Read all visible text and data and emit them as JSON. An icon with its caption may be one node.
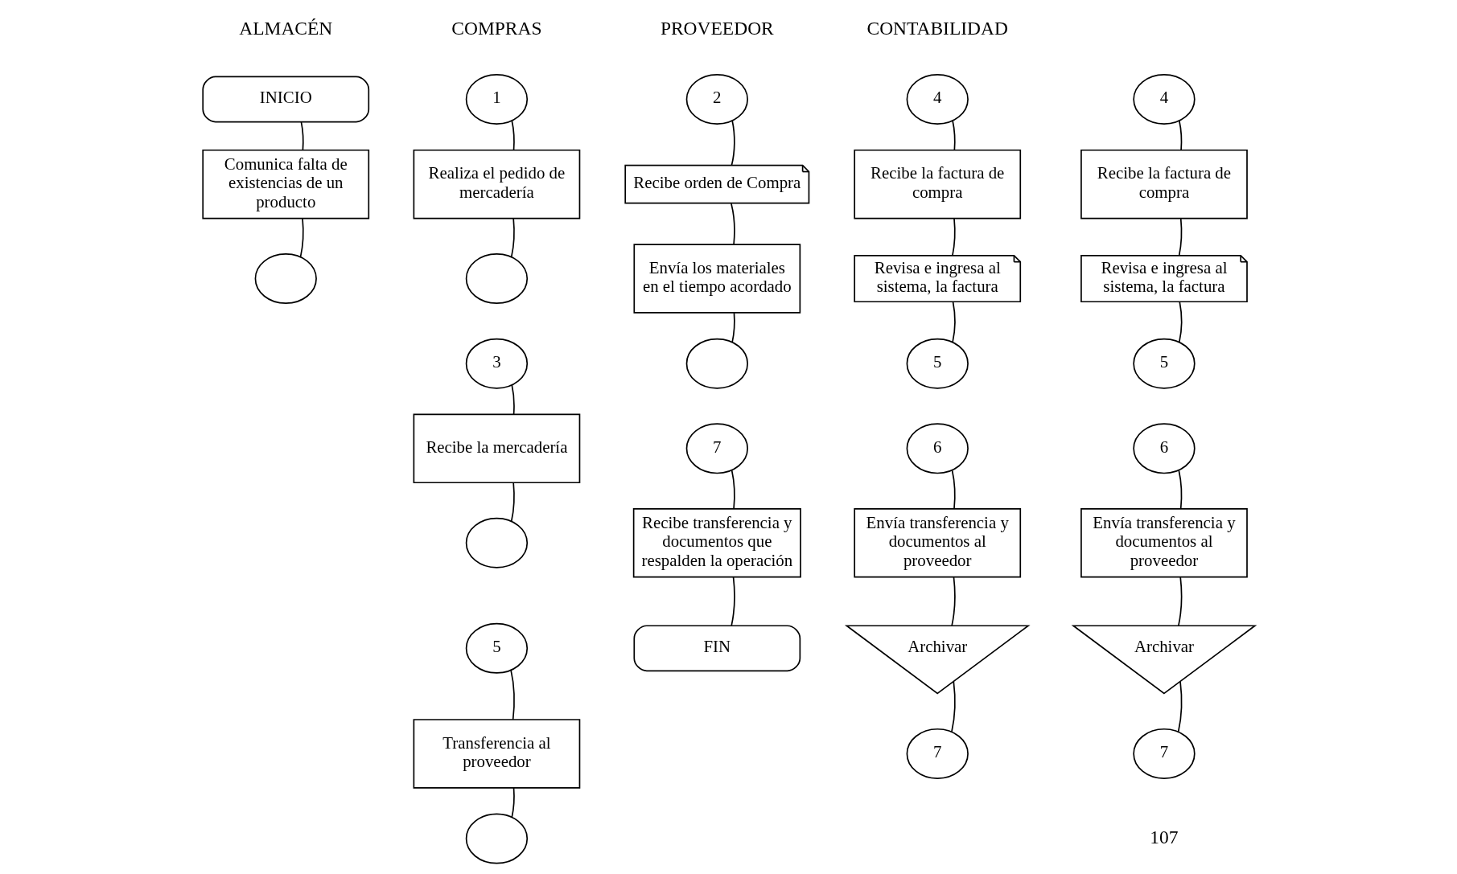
{
  "diagram": {
    "nodes": [
      {
        "text": [
          "INICIO"
        ]
      },
      {
        "text": [
          "Comunica falta de existencias de un producto"
        ]
      },
      {
        "text": [],
        "shape": "circle"
      },
      {
        "text": [
          "1"
        ]
      },
      {
        "text": [
          "Realiza el pedido de mercadería"
        ]
      },
      {
        "text": [],
        "shape": "circle"
      },
      {
        "text": [
          "3"
        ]
      },
      {
        "text": [
          "Recibe la mercadería"
        ]
      },
      {
        "text": [],
        "shape": "circle"
      },
      {
        "text": [
          "5"
        ]
      },
      {
        "text": [
          "Transferencia al proveedor"
        ]
      },
      {
        "text": [],
        "shape": "circle"
      },
      {
        "text": [
          "2"
        ]
      },
      {
        "text": [
          "Recibe orden de Compra"
        ]
      },
      {
        "text": [
          "Envía los materiales en el tiempo acordado"
        ]
      },
      {
        "text": [],
        "shape": "circle"
      },
      {
        "text": [
          "7"
        ]
      },
      {
        "text": [
          "Recibe transferencia y documentos que respalden la operación"
        ]
      },
      {
        "text": [
          "FIN"
        ]
      },
      {
        "text": [
          "4"
        ]
      },
      {
        "text": [
          "Recibe la factura de compra"
        ]
      },
      {
        "text": [
          "Revisa e ingresa al sistema, la factura"
        ]
      },
      {
        "text": [
          "5"
        ]
      },
      {
        "text": [
          "6"
        ]
      },
      {
        "text": [
          "Envía transferencia y documentos al proveedor"
        ]
      },
      {
        "text": [
          "Archivar"
        ]
      },
      {
        "text": [
          "7"
        ]
      },
      {
        "text": [
          "4"
        ]
      },
      {
        "text": [
          "Recibe la factura de compra"
        ]
      },
      {
        "text": [
          "Revisa e ingresa al sistema, la factura"
        ]
      },
      {
        "text": [
          "5"
        ]
      },
      {
        "text": [
          "6"
        ]
      },
      {
        "text": [
          "Envía transferencia y documentos al proveedor"
        ]
      },
      {
        "text": [
          "Archivar"
        ]
      },
      {
        "text": [
          "7"
        ]
      }
    ],
    "edges": [
      {
        "from": 0,
        "to": 1,
        "arrow": "none"
      },
      {
        "from": 1,
        "to": 2,
        "arrow": "none"
      },
      {
        "from": 3,
        "to": 4,
        "arrow": "none"
      },
      {
        "from": 4,
        "to": 5,
        "arrow": "none"
      },
      {
        "from": 6,
        "to": 7,
        "arrow": "none"
      },
      {
        "from": 7,
        "to": 8,
        "arrow": "none"
      },
      {
        "from": 9,
        "to": 10,
        "arrow": "none"
      },
      {
        "from": 10,
        "to": 11,
        "arrow": "none"
      },
      {
        "from": 12,
        "to": 13,
        "arrow": "none"
      },
      {
        "from": 13,
        "to": 14,
        "arrow": "none"
      },
      {
        "from": 14,
        "to": 15,
        "arrow": "none"
      },
      {
        "from": 16,
        "to": 17,
        "arrow": "none"
      },
      {
        "from": 17,
        "to": 18,
        "arrow": "none"
      },
      {
        "from": 19,
        "to": 20,
        "arrow": "none"
      },
      {
        "from": 20,
        "to": 21,
        "arrow": "none"
      },
      {
        "from": 21,
        "to": 22,
        "arrow": "none"
      },
      {
        "from": 23,
        "to": 24,
        "arrow": "none"
      },
      {
        "from": 24,
        "to": 25,
        "arrow": "none"
      },
      {
        "from": 25,
        "to": 26,
        "arrow": "none"
      },
      {
        "from": 27,
        "to": 28,
        "arrow": "none"
      },
      {
        "from": 28,
        "to": 29,
        "arrow": "none"
      },
      {
        "from": 29,
        "to": 30,
        "arrow": "none"
      },
      {
        "from": 31,
        "to": 32,
        "arrow": "none"
      },
      {
        "from": 32,
        "to": 33,
        "arrow": "none"
      },
      {
        "from": 33,
        "to": 34,
        "arrow": "none"
      }
    ],
    "labels": [
      "ALMACÉN",
      "COMPRAS",
      "PROVEEDOR",
      "CONTABILIDAD",
      "107"
    ]
  }
}
